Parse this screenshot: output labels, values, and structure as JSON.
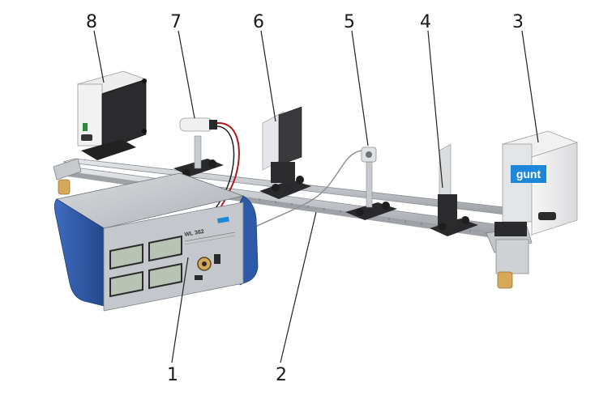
{
  "labels": [
    {
      "id": "1",
      "text": "1"
    },
    {
      "id": "2",
      "text": "2"
    },
    {
      "id": "3",
      "text": "3"
    },
    {
      "id": "4",
      "text": "4"
    },
    {
      "id": "5",
      "text": "5"
    },
    {
      "id": "6",
      "text": "6"
    },
    {
      "id": "7",
      "text": "7"
    },
    {
      "id": "8",
      "text": "8"
    }
  ],
  "device": {
    "model": "WL 362",
    "brand": "gunt"
  },
  "colors": {
    "housing_blue": "#2f5aa8",
    "panel_grey": "#b9bcc1",
    "rail_silver": "#c9ccd0",
    "dark_part": "#2a2a2c",
    "brass_foot": "#d6a85a",
    "cable_red": "#b01818"
  }
}
